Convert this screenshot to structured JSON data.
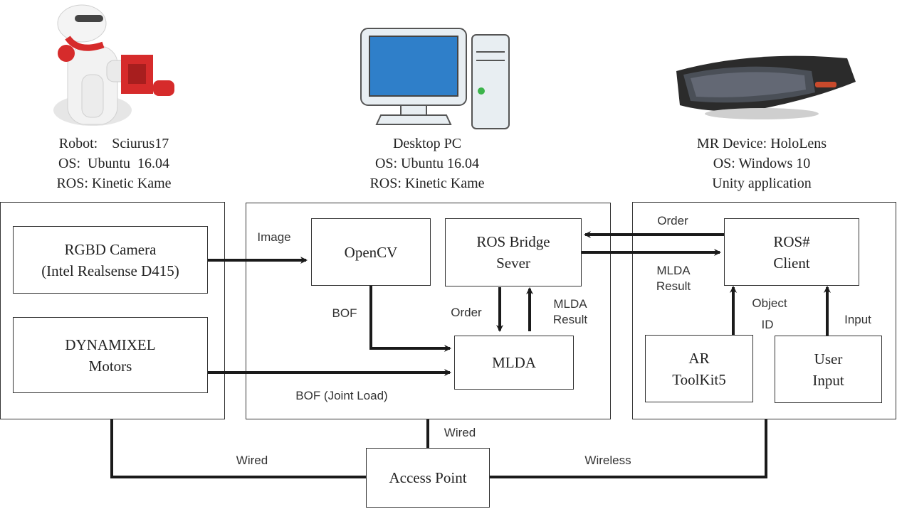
{
  "devices": {
    "robot": {
      "icon": "robot-icon",
      "lines": [
        "Robot:    Sciurus17",
        "OS:  Ubuntu  16.04",
        "ROS: Kinetic Kame"
      ]
    },
    "pc": {
      "icon": "desktop-pc-icon",
      "lines": [
        "Desktop PC",
        "OS: Ubuntu 16.04",
        "ROS: Kinetic Kame"
      ]
    },
    "mr": {
      "icon": "hololens-icon",
      "lines": [
        "MR Device: HoloLens",
        "OS: Windows 10",
        "Unity application"
      ]
    }
  },
  "nodes": {
    "rgbd_camera": [
      "RGBD Camera",
      "(Intel Realsense D415)"
    ],
    "dynamixel": [
      "DYNAMIXEL",
      "Motors"
    ],
    "opencv": [
      "OpenCV"
    ],
    "ros_bridge": [
      "ROS Bridge",
      "Sever"
    ],
    "mlda": [
      "MLDA"
    ],
    "ros_client": [
      "ROS#",
      "Client"
    ],
    "ar_toolkit": [
      "AR",
      "ToolKit5"
    ],
    "user_input": [
      "User",
      "Input"
    ],
    "access_point": [
      "Access Point"
    ]
  },
  "edges": {
    "image": "Image",
    "bof": "BOF",
    "order_down": "Order",
    "mlda_result_up": [
      "MLDA",
      "Result"
    ],
    "bof_joint": "BOF (Joint Load)",
    "order_left": "Order",
    "mlda_result_right": [
      "MLDA",
      "Result"
    ],
    "object_id": [
      "Object",
      "ID"
    ],
    "input": "Input",
    "wired_left": "Wired",
    "wired_center": "Wired",
    "wireless": "Wireless"
  },
  "colors": {
    "line": "#1a1a1a",
    "robot_accent": "#d62b2b",
    "monitor_blue": "#2f7fc9",
    "pc_body": "#e8eef2"
  }
}
